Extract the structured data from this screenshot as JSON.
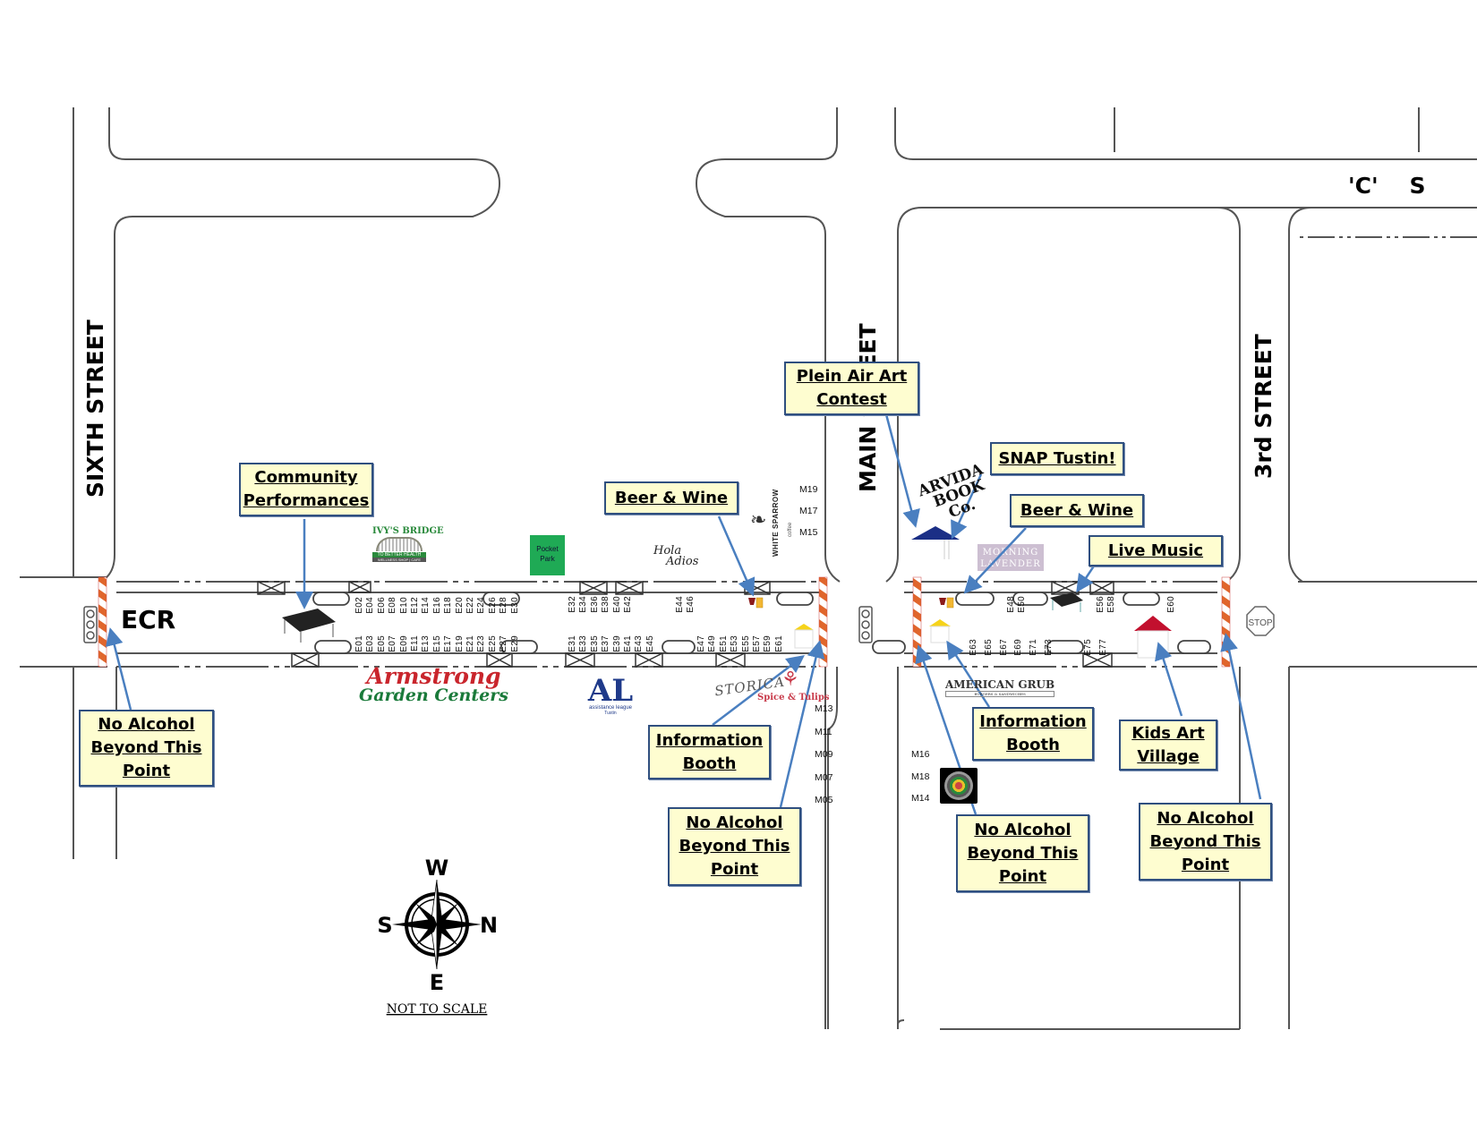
{
  "streets": {
    "sixth": "SIXTH STREET",
    "main": "MAIN STREET",
    "third": "3rd STREET",
    "c_street": "'C'    S",
    "ecr": "ECR"
  },
  "callouts": {
    "community_performances": [
      "Community",
      "Performances"
    ],
    "beer_wine_west": [
      "Beer & Wine"
    ],
    "plein_air": [
      "Plein Air Art",
      "Contest"
    ],
    "snap_tustin": [
      "SNAP Tustin!"
    ],
    "beer_wine_east": [
      "Beer & Wine"
    ],
    "live_music": [
      "Live Music"
    ],
    "no_alcohol_sixth": [
      "No Alcohol",
      "Beyond This",
      "Point"
    ],
    "info_booth_west": [
      "Information",
      "Booth"
    ],
    "no_alcohol_main_west": [
      "No Alcohol",
      "Beyond This",
      "Point"
    ],
    "info_booth_east": [
      "Information",
      "Booth"
    ],
    "kids_art": [
      "Kids Art",
      "Village"
    ],
    "no_alcohol_main_east": [
      "No Alcohol",
      "Beyond This",
      "Point"
    ],
    "no_alcohol_third": [
      "No Alcohol",
      "Beyond This",
      "Point"
    ]
  },
  "stalls": {
    "west_north": [
      "E02",
      "E04",
      "E06",
      "E08",
      "E10",
      "E12",
      "E14",
      "E16",
      "E18",
      "E20",
      "E22",
      "E24",
      "E26",
      "E28",
      "E30"
    ],
    "west_south": [
      "E01",
      "E03",
      "E05",
      "E07",
      "E09",
      "E11",
      "E13",
      "E15",
      "E17",
      "E19",
      "E21",
      "E23",
      "E25",
      "E27",
      "E29"
    ],
    "mid_north_a": [
      "E32",
      "E34",
      "E36",
      "E38",
      "E40",
      "E42"
    ],
    "mid_north_b": [
      "E44",
      "E46"
    ],
    "mid_south_a": [
      "E31",
      "E33",
      "E35",
      "E37",
      "E39",
      "E41",
      "E43",
      "E45"
    ],
    "mid_south_b": [
      "E47",
      "E49",
      "E51",
      "E53",
      "E55",
      "E57",
      "E59",
      "E61"
    ],
    "east_north_a": [
      "E48",
      "E50"
    ],
    "east_north_b": [
      "E56",
      "E58"
    ],
    "east_north_c": [
      "E60"
    ],
    "east_south_a": [
      "E63",
      "E65",
      "E67",
      "E69",
      "E71",
      "E73"
    ],
    "east_south_b": [
      "E75",
      "E77"
    ]
  },
  "main_street_stalls": {
    "west_upper": [
      "M19",
      "M17",
      "M15"
    ],
    "west_lower": [
      "M13",
      "M11",
      "M09",
      "M07",
      "M05"
    ],
    "east_lower": [
      "M16",
      "M18",
      "M14"
    ]
  },
  "businesses": {
    "ivys_bridge": "IVY'S BRIDGE",
    "ivys_tagline": "TO BETTER HEALTH",
    "ivys_sub": "WELLNESS SHOP | CAFE",
    "pocket_park": [
      "Pocket",
      "Park"
    ],
    "hola_adios": [
      "Hola",
      "Adios"
    ],
    "white_sparrow": "WHITE SPARROW",
    "white_sparrow_sub": "coffee",
    "armstrong_1": "Armstrong",
    "armstrong_2": "Garden Centers",
    "assistance_league_logo": "AL",
    "assistance_league_1": "assistance league",
    "assistance_league_2": "Tustin",
    "storica": "STORICA",
    "spice_tulips": "Spice & Tulips",
    "arvida": [
      "ARVIDA",
      "BOOK",
      "Co."
    ],
    "morning_lavender": [
      "MORNING",
      "LAVENDER"
    ],
    "american_grub": "AMERICAN GRUB",
    "american_grub_sub": "BURGERS & SANDWICHES"
  },
  "signs": {
    "stop": "STOP"
  },
  "compass": {
    "top": "W",
    "left": "S",
    "right": "N",
    "bottom": "E",
    "note": "NOT TO SCALE"
  },
  "colors": {
    "callout_bg": "#fefdd0",
    "callout_border": "#2f4f7f",
    "arrow": "#4a7fc0",
    "barricade": "#e0662c",
    "pocket_park": "#1faa55",
    "armstrong": "#c9252c",
    "armstrong_sub": "#1a7a3a",
    "tent_blue": "#1b2f86",
    "tent_yellow": "#f6d31a",
    "tent_red": "#c2102e",
    "lavender": "#cdbfd2"
  }
}
